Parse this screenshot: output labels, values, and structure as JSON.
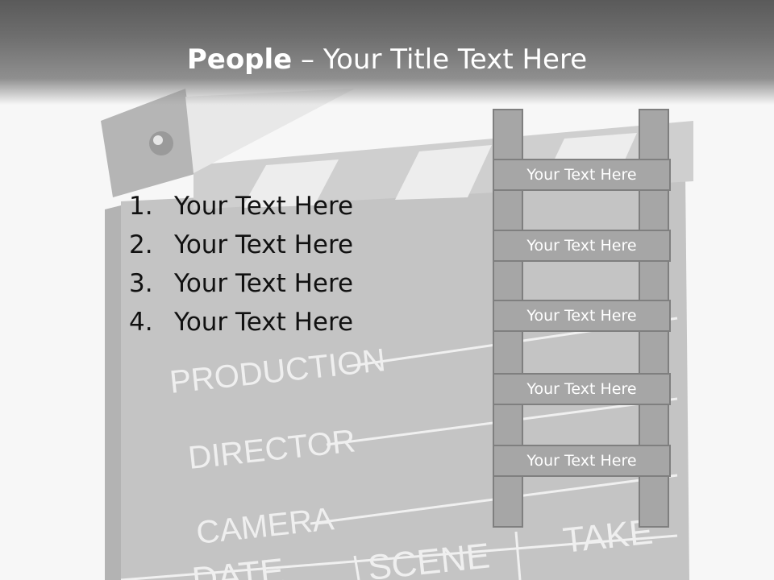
{
  "title": {
    "bold": "People",
    "dash": " – ",
    "rest": "Your Title Text Here"
  },
  "list": [
    {
      "num": "1.",
      "text": "Your Text Here"
    },
    {
      "num": "2.",
      "text": "Your Text Here"
    },
    {
      "num": "3.",
      "text": "Your Text Here"
    },
    {
      "num": "4.",
      "text": "Your Text Here"
    }
  ],
  "ladder": {
    "rungs": [
      "Your Text Here",
      "Your Text Here",
      "Your Text Here",
      "Your Text Here",
      "Your Text Here"
    ]
  },
  "background": {
    "board_labels": [
      "PRODUCTION",
      "DIRECTOR",
      "CAMERA",
      "SCENE",
      "TAKE",
      "DATE"
    ]
  }
}
